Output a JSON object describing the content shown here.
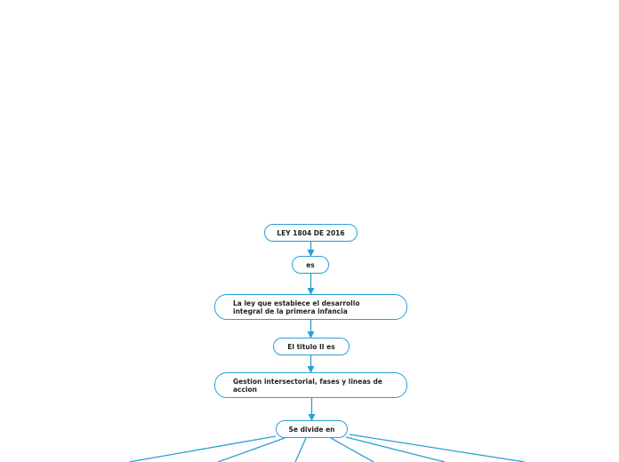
{
  "diagram": {
    "line_color": "#2a9fd6",
    "nodes": [
      {
        "id": "n1",
        "label": "LEY 1804 DE 2016"
      },
      {
        "id": "n2",
        "label": "es"
      },
      {
        "id": "n3",
        "label": "La ley que establece el desarrollo integral de la primera infancia"
      },
      {
        "id": "n4",
        "label": "El titulo II es"
      },
      {
        "id": "n5",
        "label": "Gestion intersectorial, fases y lineas de accion"
      },
      {
        "id": "n6",
        "label": "Se divide en"
      }
    ],
    "edges": [
      {
        "from": "n1",
        "to": "n2"
      },
      {
        "from": "n2",
        "to": "n3"
      },
      {
        "from": "n3",
        "to": "n4"
      },
      {
        "from": "n4",
        "to": "n5"
      },
      {
        "from": "n5",
        "to": "n6"
      }
    ],
    "branch_count": 6
  }
}
